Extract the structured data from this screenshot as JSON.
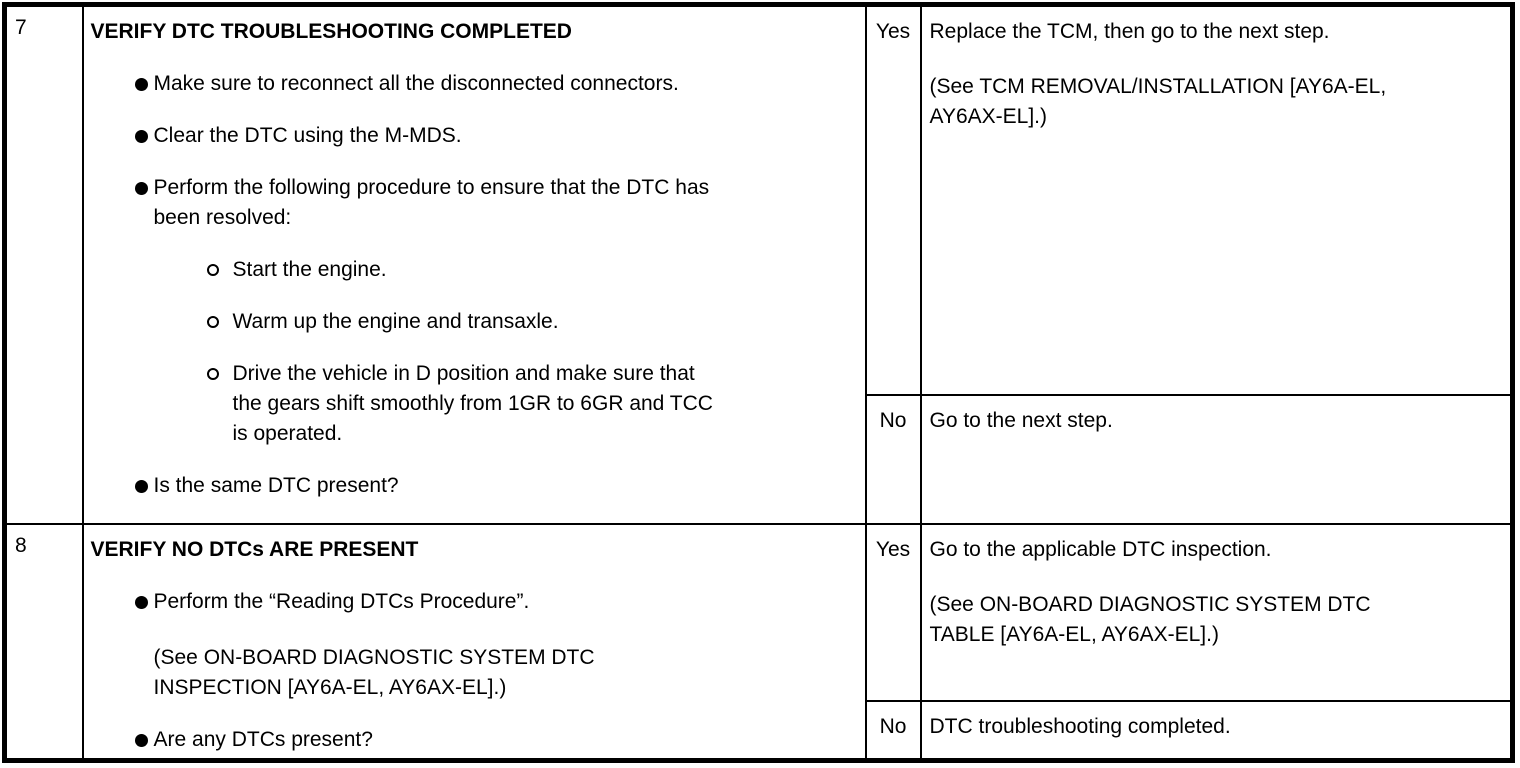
{
  "table": {
    "columns": {
      "step_width": 78,
      "action_width": 783,
      "answer_width": 55,
      "result_width": 592
    },
    "rows": [
      {
        "step": "7",
        "action": {
          "title": "VERIFY DTC TROUBLESHOOTING COMPLETED",
          "items": [
            {
              "bullet": "disc",
              "lines": [
                "Make sure to reconnect all the disconnected connectors."
              ]
            },
            {
              "bullet": "disc",
              "lines": [
                "Clear the DTC using the M-MDS."
              ]
            },
            {
              "bullet": "disc",
              "lines": [
                "Perform the following procedure to ensure that the DTC has",
                "been resolved:"
              ]
            },
            {
              "bullet": "circle",
              "lines": [
                "Start the engine."
              ]
            },
            {
              "bullet": "circle",
              "lines": [
                "Warm up the engine and transaxle."
              ]
            },
            {
              "bullet": "circle",
              "lines": [
                "Drive the vehicle in D position and make sure that",
                "the gears shift smoothly from 1GR to 6GR and TCC",
                "is operated."
              ]
            },
            {
              "bullet": "disc",
              "lines": [
                "Is the same DTC present?"
              ]
            }
          ]
        },
        "outcomes": [
          {
            "answer": "Yes",
            "paragraphs": [
              [
                "Replace the TCM, then go to the next step."
              ],
              [
                "(See TCM REMOVAL/INSTALLATION [AY6A-EL,",
                "AY6AX-EL].)"
              ]
            ]
          },
          {
            "answer": "No",
            "paragraphs": [
              [
                "Go to the next step."
              ]
            ]
          }
        ]
      },
      {
        "step": "8",
        "action": {
          "title": "VERIFY NO DTCs ARE PRESENT",
          "items": [
            {
              "bullet": "disc",
              "lines": [
                "Perform the “Reading DTCs Procedure”."
              ]
            },
            {
              "bullet": "none",
              "lines": [
                "(See ON-BOARD DIAGNOSTIC SYSTEM DTC",
                "INSPECTION [AY6A-EL, AY6AX-EL].)"
              ]
            },
            {
              "bullet": "disc",
              "lines": [
                "Are any DTCs present?"
              ]
            }
          ]
        },
        "outcomes": [
          {
            "answer": "Yes",
            "paragraphs": [
              [
                "Go to the applicable DTC inspection."
              ],
              [
                "(See ON-BOARD DIAGNOSTIC SYSTEM DTC",
                "TABLE [AY6A-EL, AY6AX-EL].)"
              ]
            ]
          },
          {
            "answer": "No",
            "paragraphs": [
              [
                "DTC troubleshooting completed."
              ]
            ]
          }
        ]
      }
    ]
  }
}
